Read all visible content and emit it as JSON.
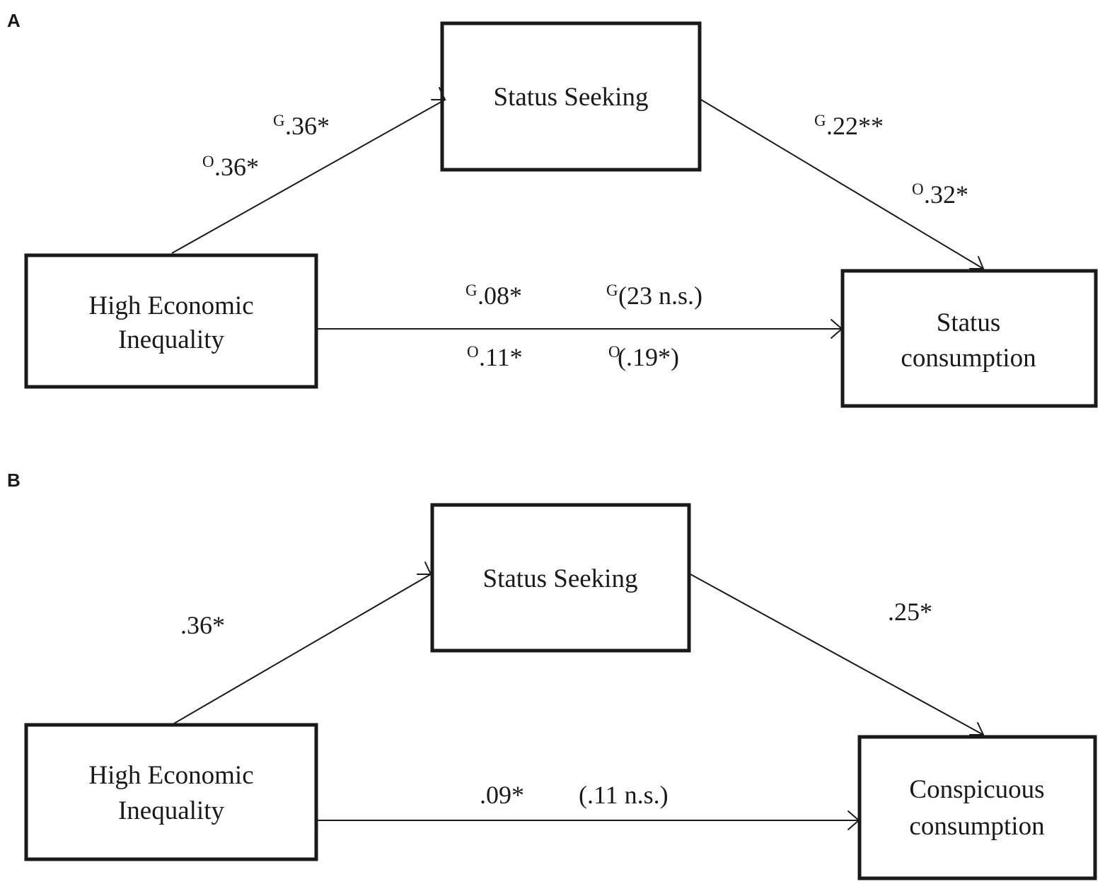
{
  "panel_a": {
    "label": "A",
    "mediator": "Status Seeking",
    "predictor": [
      "High Economic",
      "Inequality"
    ],
    "outcome": [
      "Status",
      "consumption"
    ],
    "path_a": {
      "g": {
        "sup": "G",
        "value": ".36*"
      },
      "o": {
        "sup": "O",
        "value": ".36*"
      }
    },
    "path_b": {
      "g": {
        "sup": "G",
        "value": ".22**"
      },
      "o": {
        "sup": "O",
        "value": ".32*"
      }
    },
    "path_c": {
      "g_total": {
        "sup": "G",
        "value": ".08*"
      },
      "g_direct": {
        "sup": "G",
        "value": "(23 n.s.)"
      },
      "o_total": {
        "sup": "O",
        "value": ".11*"
      },
      "o_direct": {
        "sup": "O",
        "value": "(.19*)"
      }
    }
  },
  "panel_b": {
    "label": "B",
    "mediator": "Status Seeking",
    "predictor": [
      "High Economic",
      "Inequality"
    ],
    "outcome": [
      "Conspicuous",
      "consumption"
    ],
    "path_a": ".36*",
    "path_b": ".25*",
    "path_c_total": ".09*",
    "path_c_direct": "(.11 n.s.)"
  }
}
